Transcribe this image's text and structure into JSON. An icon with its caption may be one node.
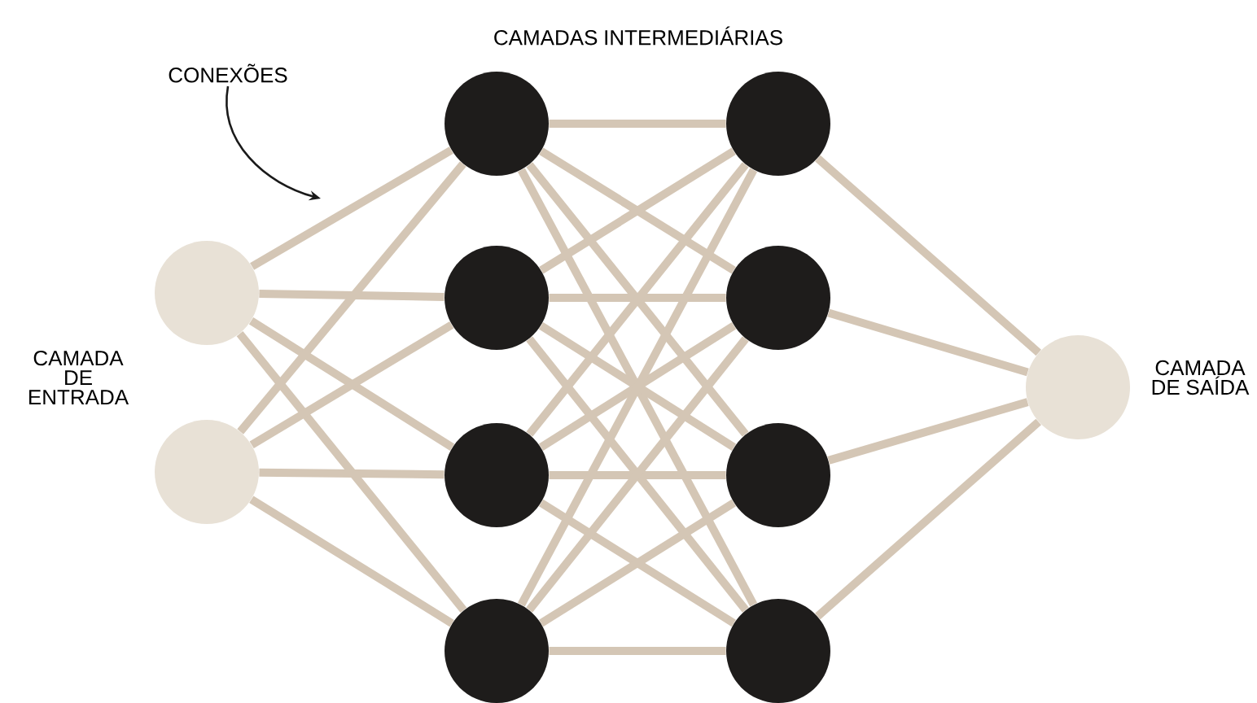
{
  "diagram": {
    "nodes": [
      {
        "text": [],
        "shape": "circle"
      },
      {
        "text": [],
        "shape": "circle"
      },
      {
        "text": [],
        "shape": "circle"
      },
      {
        "text": [],
        "shape": "circle"
      },
      {
        "text": [],
        "shape": "circle"
      },
      {
        "text": [],
        "shape": "circle"
      },
      {
        "text": [],
        "shape": "circle"
      },
      {
        "text": [],
        "shape": "circle"
      },
      {
        "text": [],
        "shape": "circle"
      },
      {
        "text": [],
        "shape": "circle"
      },
      {
        "text": [],
        "shape": "circle"
      },
      {
        "text": [
          "CONEXÕES"
        ]
      }
    ],
    "edges": [
      {
        "from": 0,
        "to": 2,
        "arrow": "none"
      },
      {
        "from": 0,
        "to": 3,
        "arrow": "none"
      },
      {
        "from": 0,
        "to": 4,
        "arrow": "none"
      },
      {
        "from": 0,
        "to": 5,
        "arrow": "none"
      },
      {
        "from": 1,
        "to": 2,
        "arrow": "none"
      },
      {
        "from": 1,
        "to": 3,
        "arrow": "none"
      },
      {
        "from": 1,
        "to": 4,
        "arrow": "none"
      },
      {
        "from": 1,
        "to": 5,
        "arrow": "none"
      },
      {
        "from": 2,
        "to": 6,
        "arrow": "none"
      },
      {
        "from": 2,
        "to": 7,
        "arrow": "none"
      },
      {
        "from": 2,
        "to": 8,
        "arrow": "none"
      },
      {
        "from": 2,
        "to": 9,
        "arrow": "none"
      },
      {
        "from": 3,
        "to": 6,
        "arrow": "none"
      },
      {
        "from": 3,
        "to": 7,
        "arrow": "none"
      },
      {
        "from": 3,
        "to": 8,
        "arrow": "none"
      },
      {
        "from": 3,
        "to": 9,
        "arrow": "none"
      },
      {
        "from": 4,
        "to": 6,
        "arrow": "none"
      },
      {
        "from": 4,
        "to": 7,
        "arrow": "none"
      },
      {
        "from": 4,
        "to": 8,
        "arrow": "none"
      },
      {
        "from": 4,
        "to": 9,
        "arrow": "none"
      },
      {
        "from": 5,
        "to": 6,
        "arrow": "none"
      },
      {
        "from": 5,
        "to": 7,
        "arrow": "none"
      },
      {
        "from": 5,
        "to": 8,
        "arrow": "none"
      },
      {
        "from": 5,
        "to": 9,
        "arrow": "none"
      },
      {
        "from": 6,
        "to": 10,
        "arrow": "none"
      },
      {
        "from": 7,
        "to": 10,
        "arrow": "none"
      },
      {
        "from": 8,
        "to": 10,
        "arrow": "none"
      },
      {
        "from": 9,
        "to": 10,
        "arrow": "none"
      },
      {
        "from": 11,
        "to": null,
        "arrow": "to",
        "color": "#1a1a1a"
      }
    ],
    "labels": [
      "CAMADAS INTERMEDIÁRIAS",
      "CAMADA DE ENTRADA",
      "CAMADA DE SAÍDA"
    ]
  }
}
